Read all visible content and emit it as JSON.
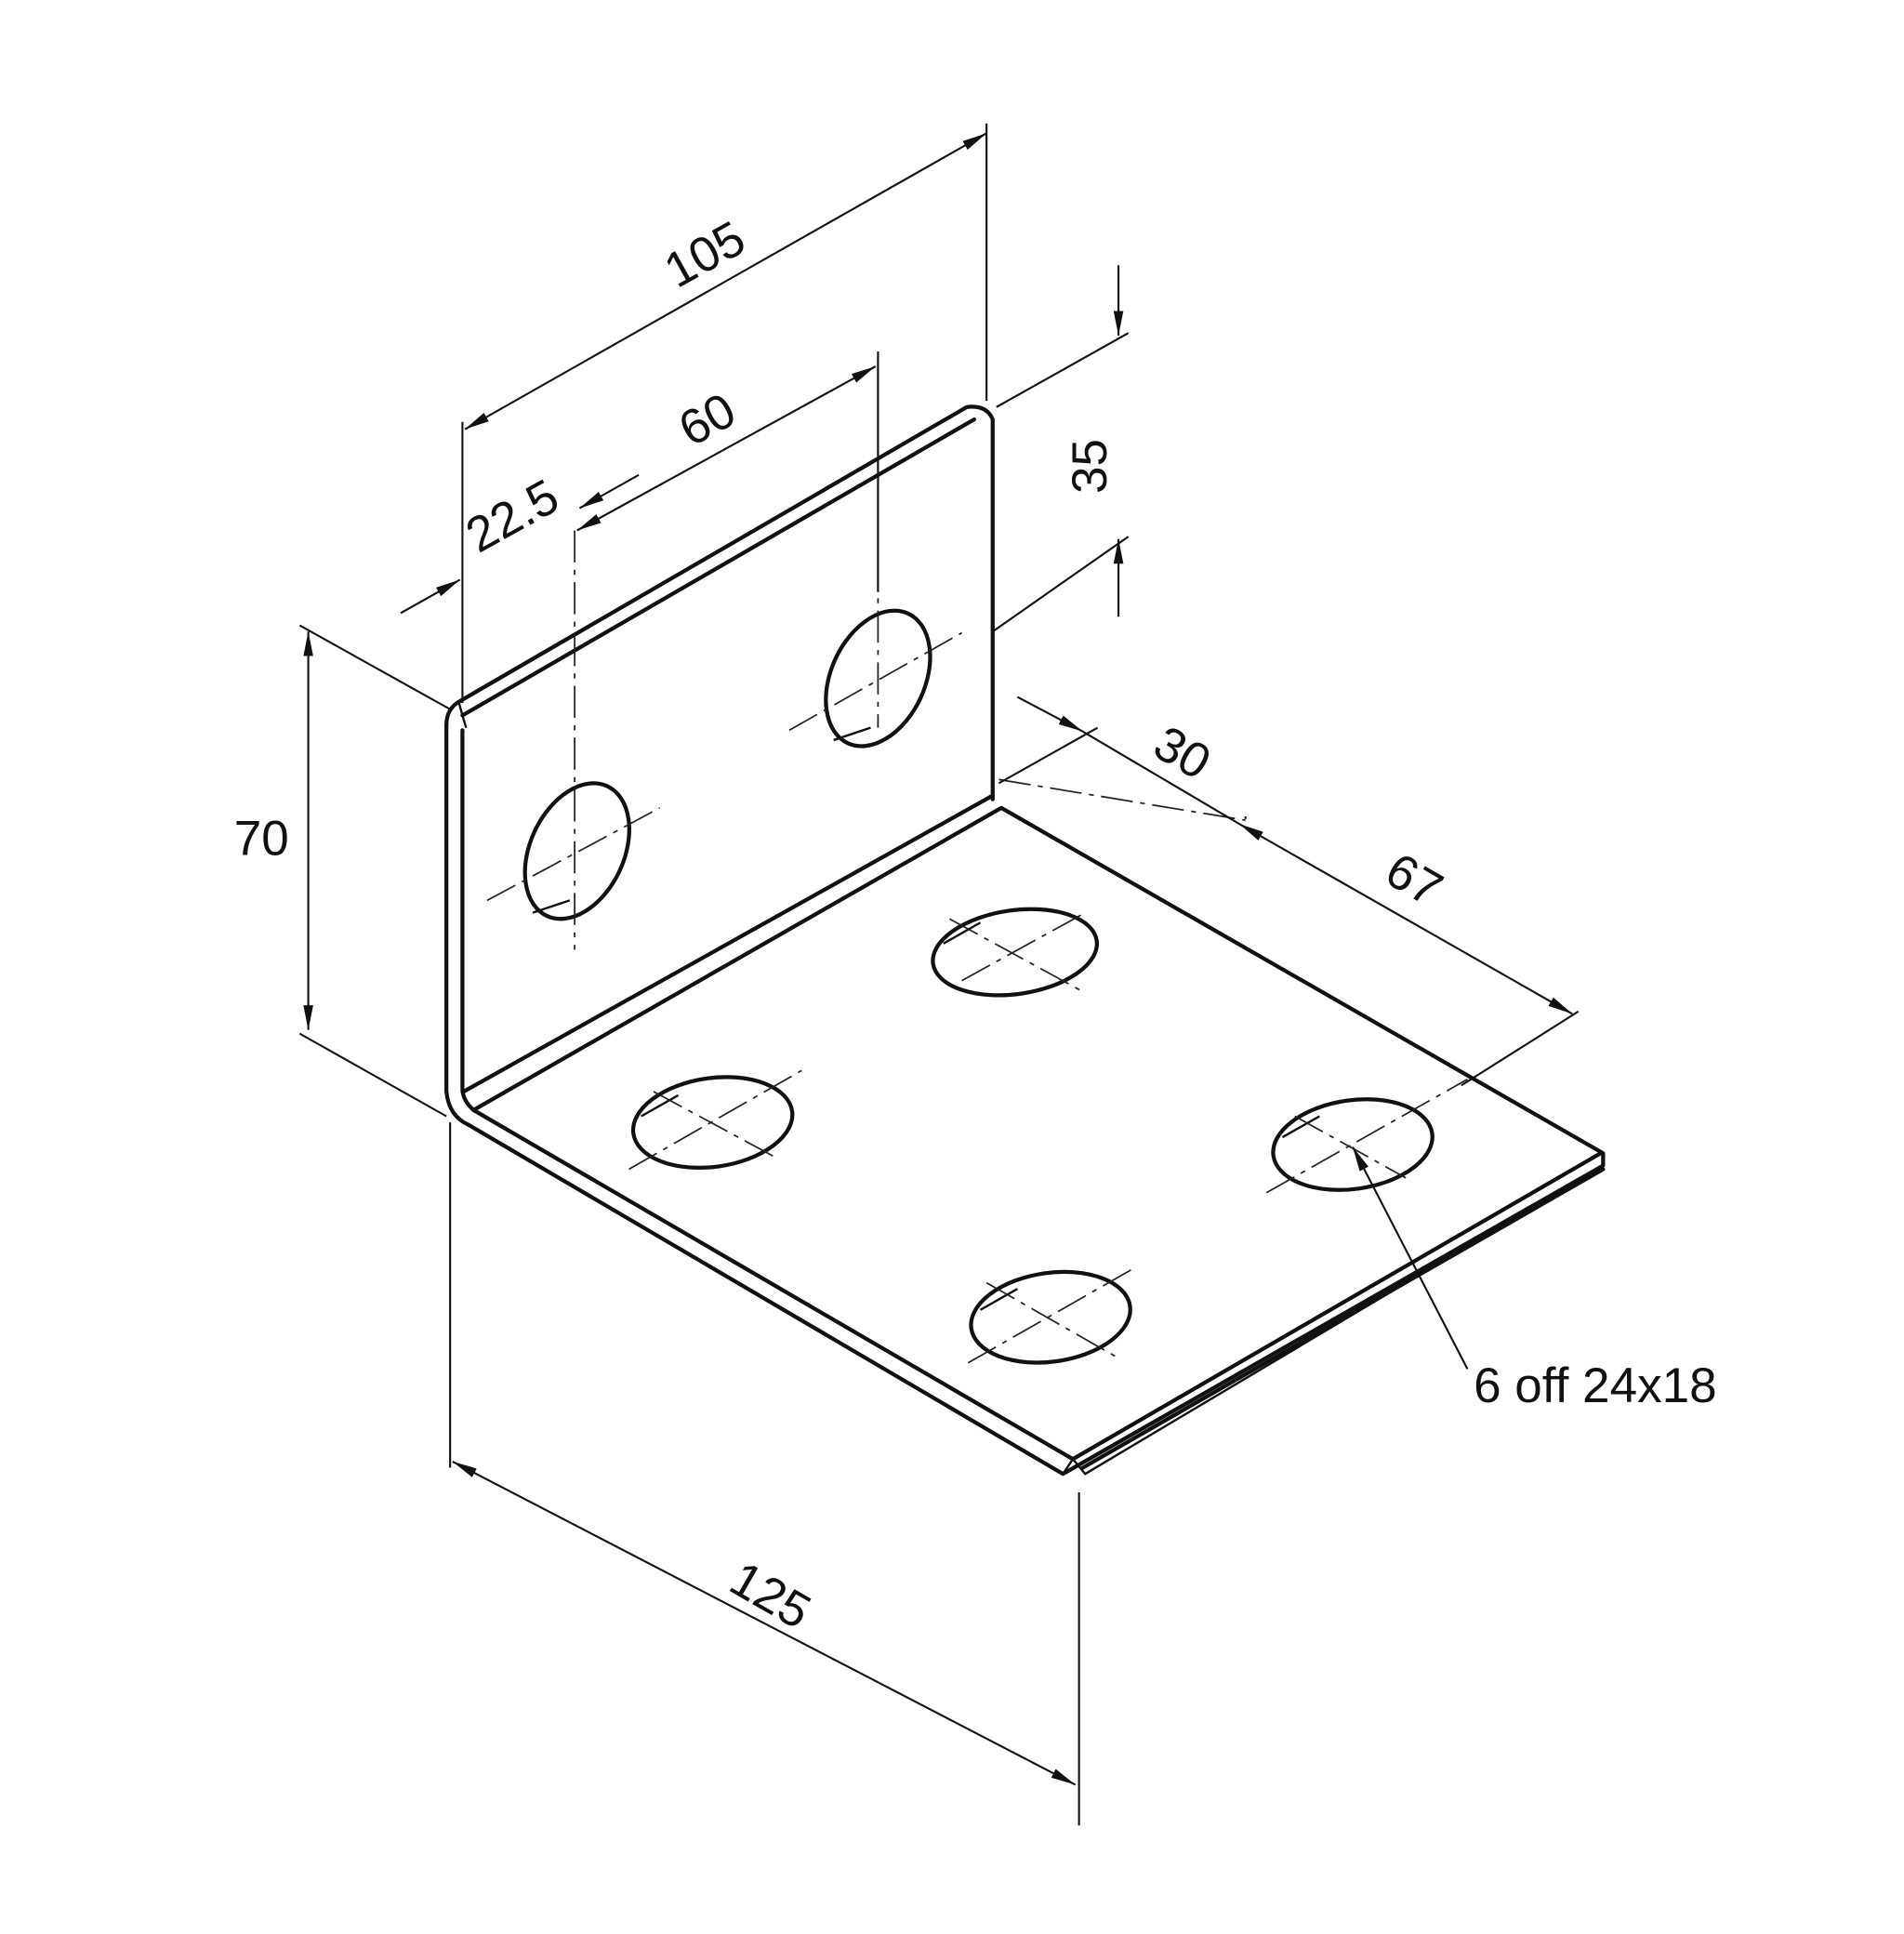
{
  "title": "Angle bracket isometric drawing",
  "dimensions": {
    "overall_width": "105",
    "hole_spacing_vertical_flange": "60",
    "hole_offset": "22.5",
    "hole_height": "35",
    "flange_height": "70",
    "base_hole_offset": "30",
    "base_hole_spacing": "67",
    "base_length": "125"
  },
  "note": "6 off 24x18"
}
